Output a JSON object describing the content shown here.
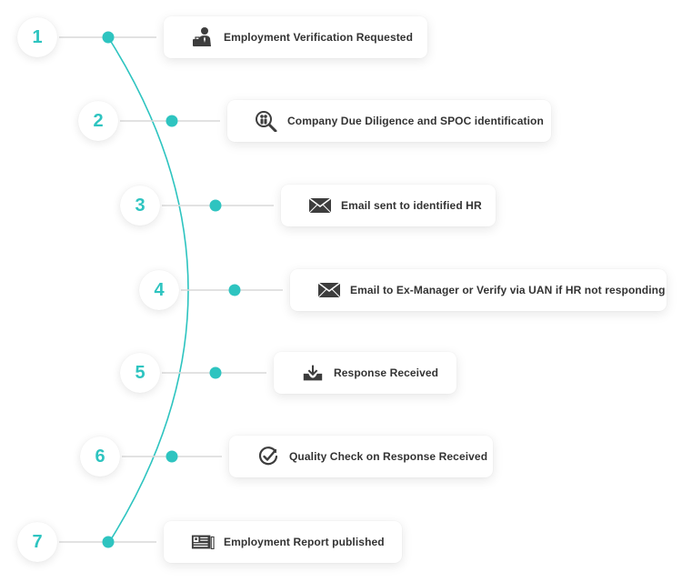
{
  "colors": {
    "accent": "#2ec4c0",
    "connector": "#d9d9d9",
    "icon": "#3d3d3d",
    "text": "#333333"
  },
  "steps": [
    {
      "number": "1",
      "label": "Employment Verification Requested",
      "icon": "businessman-briefcase-icon"
    },
    {
      "number": "2",
      "label": "Company Due Diligence and SPOC identification",
      "icon": "magnifier-people-icon"
    },
    {
      "number": "3",
      "label": "Email sent to identified HR",
      "icon": "envelope-icon"
    },
    {
      "number": "4",
      "label": "Email to Ex-Manager or Verify via UAN if HR not responding",
      "icon": "envelope-icon"
    },
    {
      "number": "5",
      "label": "Response Received",
      "icon": "download-tray-icon"
    },
    {
      "number": "6",
      "label": "Quality Check on Response Received",
      "icon": "check-circle-icon"
    },
    {
      "number": "7",
      "label": "Employment Report published",
      "icon": "report-card-icon"
    }
  ]
}
